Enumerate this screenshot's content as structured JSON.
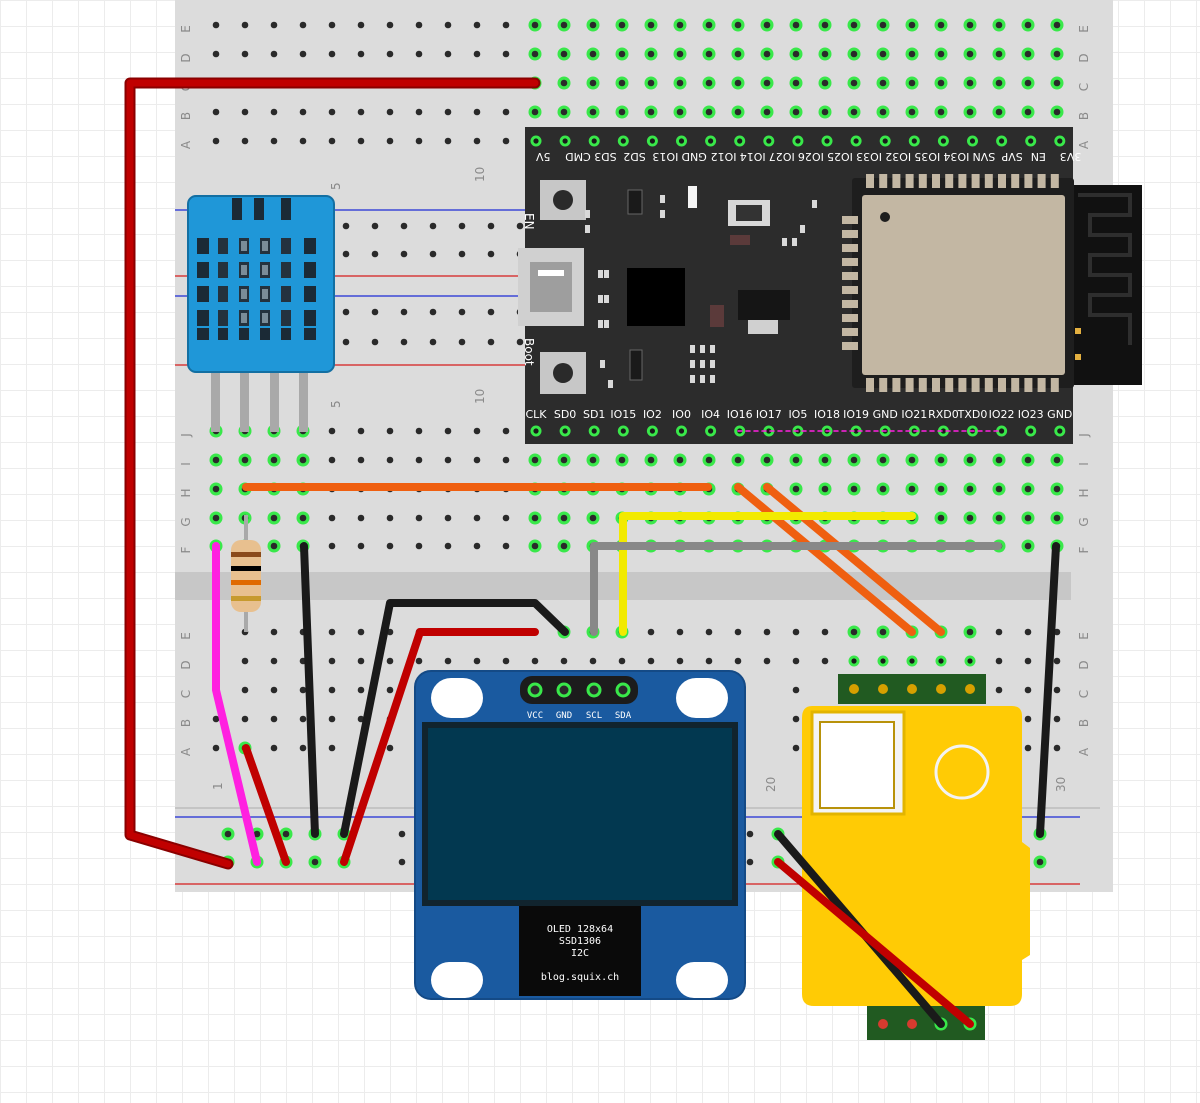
{
  "breadboard": {
    "row_letters_upper": [
      "E",
      "D",
      "C",
      "B",
      "A"
    ],
    "row_letters_lower": [
      "J",
      "I",
      "H",
      "G",
      "F"
    ],
    "row_letters_bottom": [
      "E",
      "D",
      "C",
      "B",
      "A"
    ],
    "col_labels": [
      "1",
      "5",
      "10",
      "20",
      "30"
    ]
  },
  "esp32": {
    "top_pins": [
      "5V",
      "CMD",
      "SD3",
      "SD2",
      "IO13",
      "GND",
      "IO12",
      "IO14",
      "IO27",
      "IO26",
      "IO25",
      "IO33",
      "IO32",
      "IO35",
      "IO34",
      "SVN",
      "SVP",
      "EN",
      "3V3"
    ],
    "bottom_pins": [
      "CLK",
      "SD0",
      "SD1",
      "IO15",
      "IO2",
      "IO0",
      "IO4",
      "IO16",
      "IO17",
      "IO5",
      "IO18",
      "IO19",
      "GND",
      "IO21",
      "RXD0",
      "TXD0",
      "IO22",
      "IO23",
      "GND"
    ],
    "en_label": "EN",
    "boot_label": "Boot"
  },
  "oled": {
    "pins": [
      "VCC",
      "GND",
      "SCL",
      "SDA"
    ],
    "label_line1": "OLED 128x64",
    "label_line2": "SSD1306",
    "label_line3": "I2C",
    "label_line4": "blog.squix.ch"
  },
  "colors": {
    "wire_red": "#c00000",
    "wire_black": "#1a1a1a",
    "wire_orange": "#ef5f10",
    "wire_yellow": "#f2ea00",
    "wire_gray": "#888888",
    "wire_magenta": "#ff20e0",
    "dht_blue": "#1f97d8",
    "oled_blue": "#1a5aa0",
    "sensor_yellow": "#ffcb05",
    "esp_board": "#2c2c2c"
  }
}
